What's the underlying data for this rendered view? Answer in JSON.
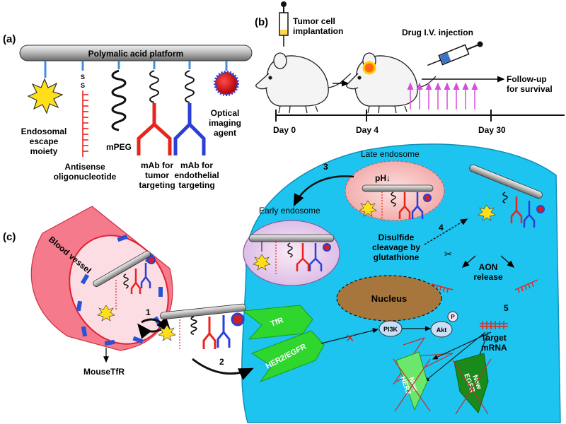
{
  "panels": {
    "a": {
      "label": "(a)",
      "platform": "Polymalic acid platform",
      "endosomal": [
        "Endosomal",
        "escape",
        "moiety"
      ],
      "antisense": [
        "Antisense",
        "oligonucleotide"
      ],
      "mpeg": "mPEG",
      "mab_tumor": [
        "mAb for",
        "tumor",
        "targeting"
      ],
      "mab_endo": [
        "mAb for",
        "endothelial",
        "targeting"
      ],
      "optical": [
        "Optical",
        "imaging",
        "agent"
      ],
      "ss": [
        "S",
        "S"
      ]
    },
    "b": {
      "label": "(b)",
      "tumor_impl": [
        "Tumor cell",
        "implantation"
      ],
      "drug_iv": "Drug I.V. injection",
      "follow": [
        "Follow-up",
        "for survival"
      ],
      "day0": "Day 0",
      "day4": "Day 4",
      "day30": "Day 30"
    },
    "c": {
      "label": "(c)",
      "blood_vessel": "Blood vessel",
      "mouse_tfr": "MouseTfR",
      "late_endosome": "Late endosome",
      "early_endosome": "Early endosome",
      "ph": "pH↓",
      "disulfide": [
        "Disulfide",
        "cleavage by",
        "glutathione"
      ],
      "aon": [
        "AON",
        "release"
      ],
      "nucleus": "Nucleus",
      "tfr": "TfR",
      "her2egfr": "HER2/EGFR",
      "pi3k": "PI3K",
      "akt": "Akt",
      "p": "P",
      "target_mrna": [
        "Target",
        "mRNA"
      ],
      "new_her2": [
        "New",
        "HER2"
      ],
      "new_egfr": [
        "New",
        "EGFR"
      ],
      "steps": [
        "1",
        "2",
        "3",
        "4",
        "5"
      ]
    }
  },
  "colors": {
    "cell": "#1ec4f0",
    "vessel": "#f47a8c",
    "tumor_mab": "#e8241c",
    "endo_mab": "#2a3fd8",
    "receptor_green": "#2ed62e",
    "nucleus": "#a6763d",
    "injection": "#d24fd8"
  }
}
